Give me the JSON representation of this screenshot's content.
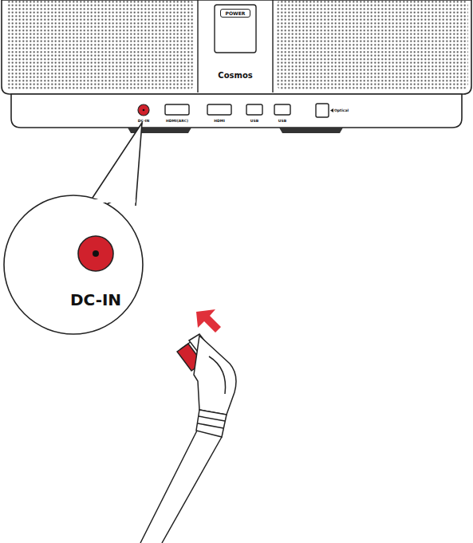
{
  "diagram": {
    "nodes": [
      {
        "text": [
          "POWER"
        ]
      },
      {
        "text": [
          "DC-IN"
        ]
      }
    ],
    "labels": [
      "Cosmos",
      "DC-IN",
      "HDMI(ARC)",
      "HDMI",
      "USB",
      "USB",
      "Optical"
    ]
  }
}
